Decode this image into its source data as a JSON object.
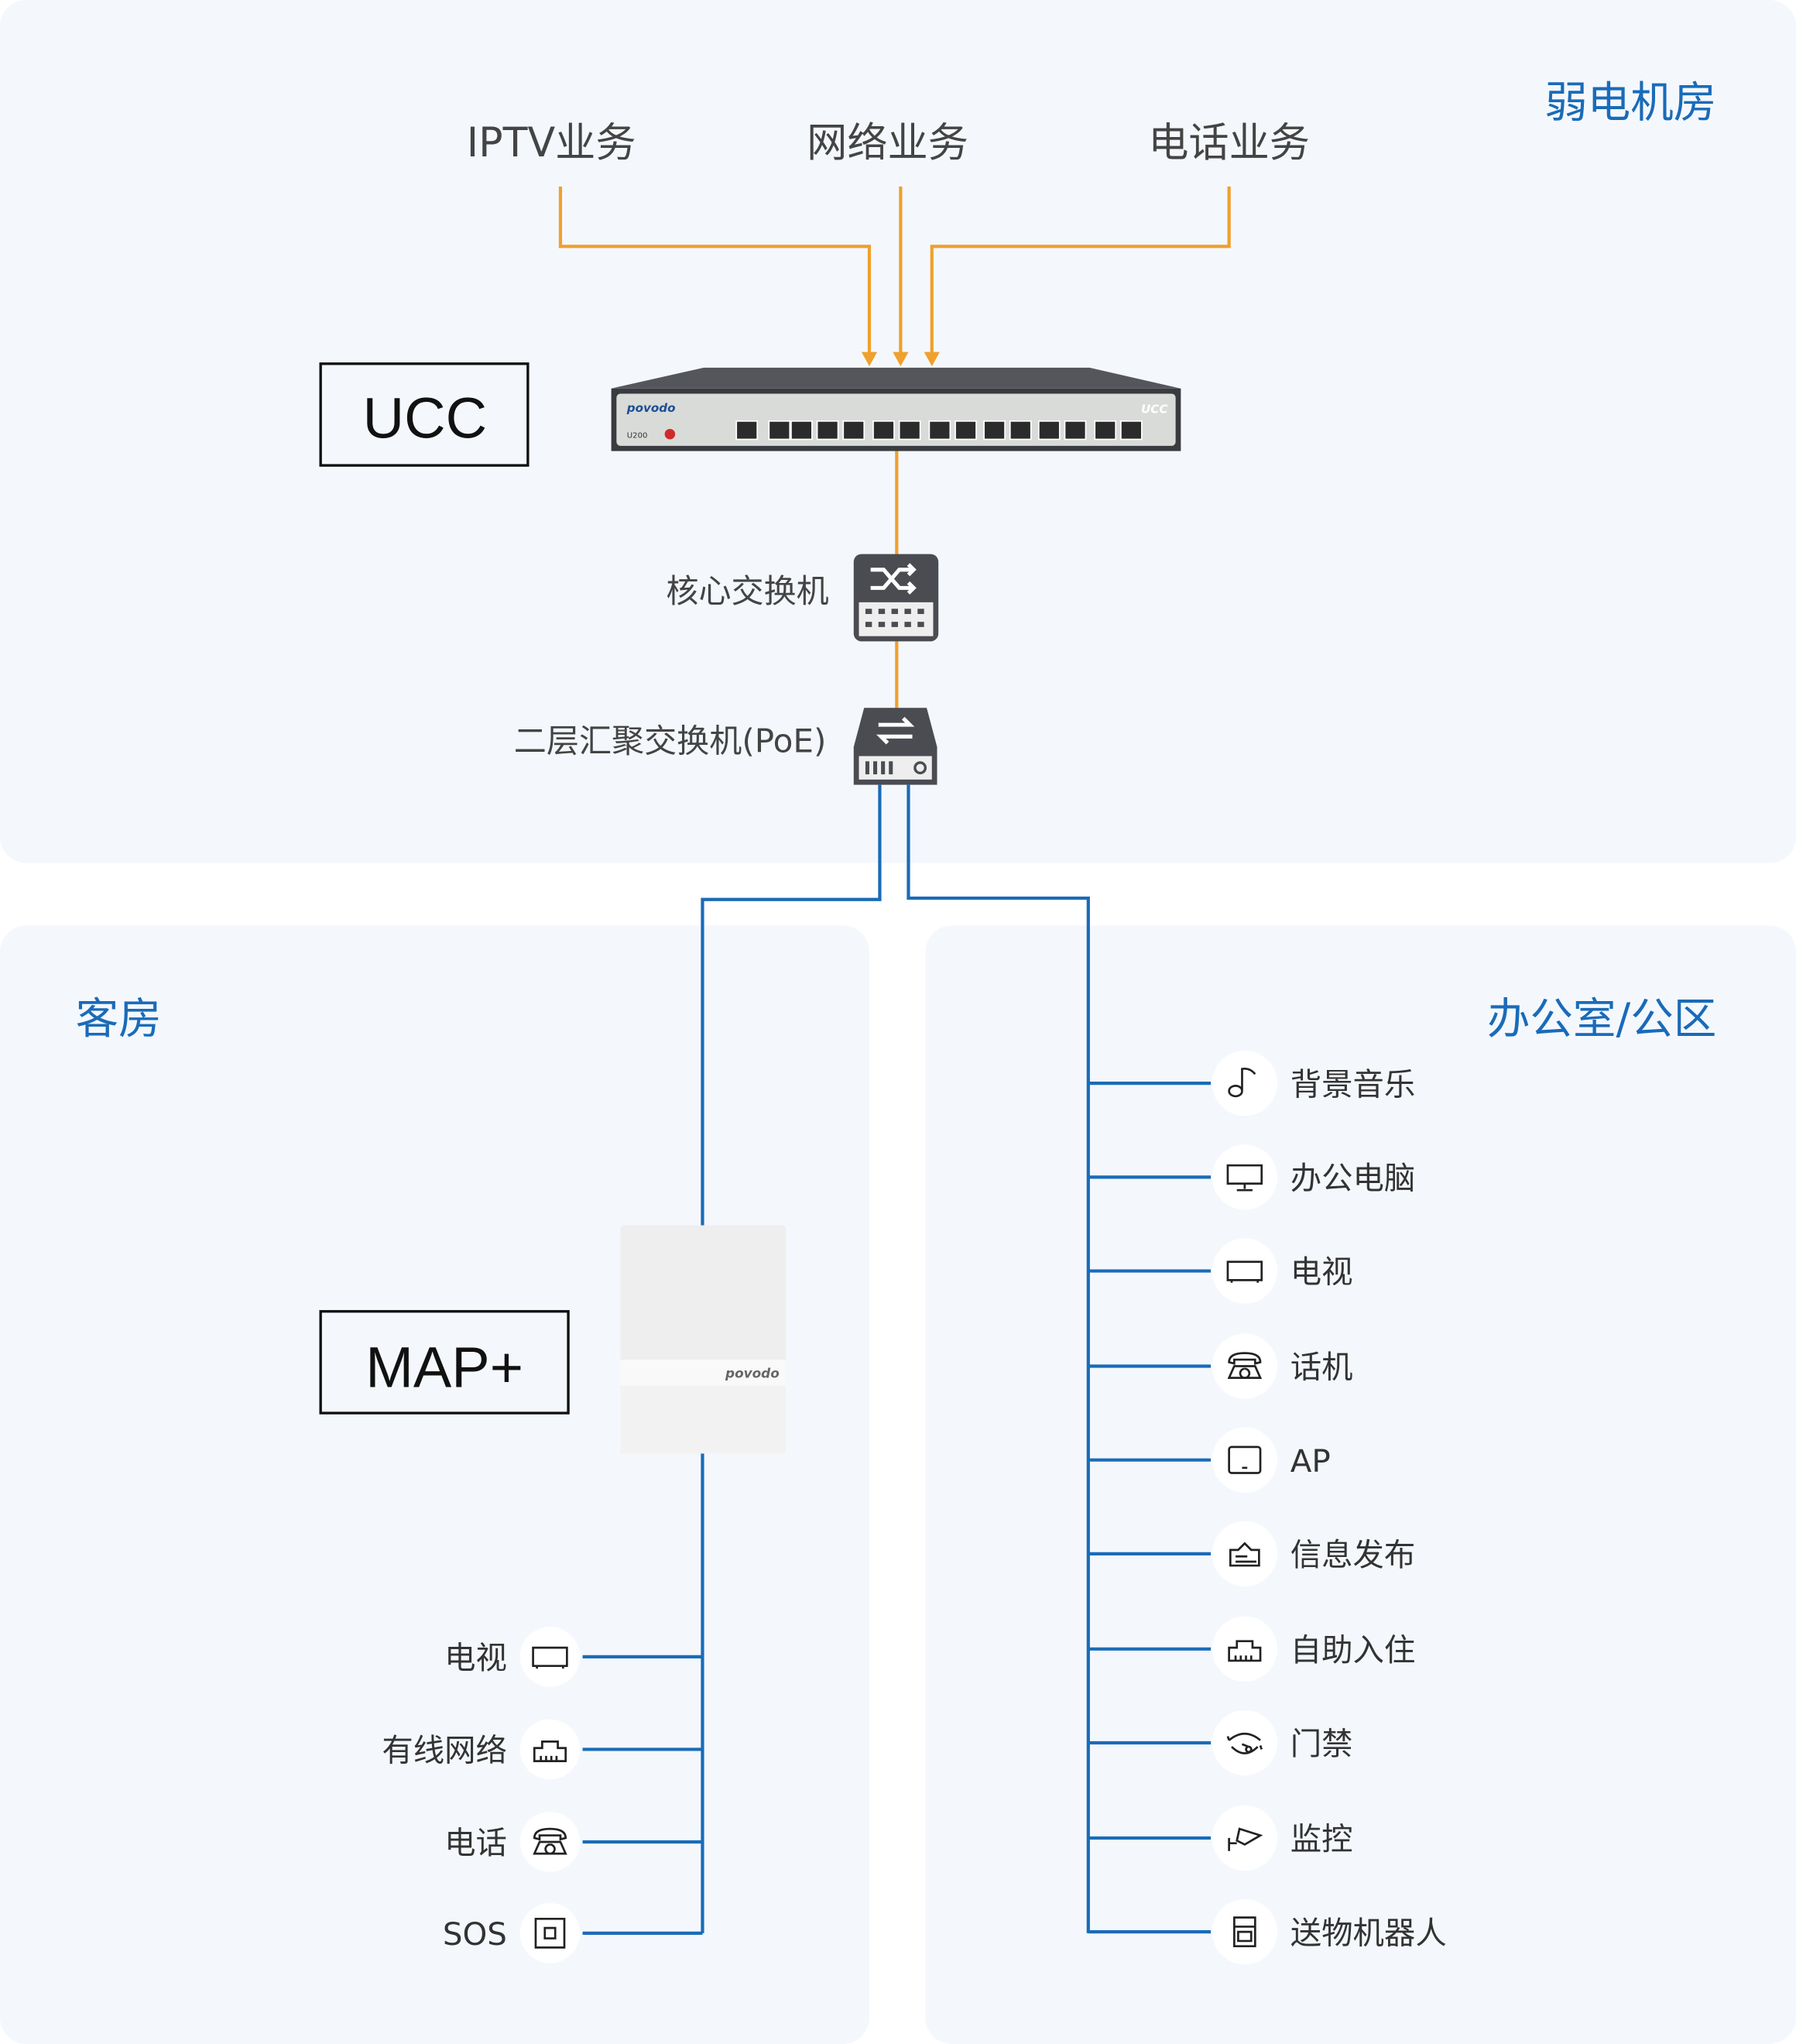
{
  "zones": {
    "machine_room": "弱电机房",
    "guest_room": "客房",
    "office": "办公室/公区"
  },
  "services": [
    "IPTV业务",
    "网络业务",
    "电话业务"
  ],
  "ucc": {
    "label": "UCC",
    "device_brand": "povodo",
    "device_model": "U200",
    "device_badge": "UCC"
  },
  "core_switch": {
    "label": "核心交换机"
  },
  "poe_switch": {
    "label": "二层汇聚交换机(PoE)"
  },
  "map": {
    "label": "MAP+",
    "device_brand": "povodo"
  },
  "guest_items": [
    {
      "label": "电视",
      "icon": "tv-icon"
    },
    {
      "label": "有线网络",
      "icon": "ethernet-port-icon"
    },
    {
      "label": "电话",
      "icon": "telephone-icon"
    },
    {
      "label": "SOS",
      "icon": "sos-button-icon"
    }
  ],
  "office_items": [
    {
      "label": "背景音乐",
      "icon": "music-note-icon"
    },
    {
      "label": "办公电脑",
      "icon": "monitor-icon"
    },
    {
      "label": "电视",
      "icon": "tv-icon"
    },
    {
      "label": "话机",
      "icon": "telephone-icon"
    },
    {
      "label": "AP",
      "icon": "access-point-icon"
    },
    {
      "label": "信息发布",
      "icon": "info-display-icon"
    },
    {
      "label": "自助入住",
      "icon": "ethernet-port-icon"
    },
    {
      "label": "门禁",
      "icon": "door-access-icon"
    },
    {
      "label": "监控",
      "icon": "camera-icon"
    },
    {
      "label": "送物机器人",
      "icon": "robot-icon"
    }
  ],
  "colors": {
    "accent_blue": "#1a6bb8",
    "orange": "#f0a02c",
    "panel": "#f4f8fd"
  }
}
